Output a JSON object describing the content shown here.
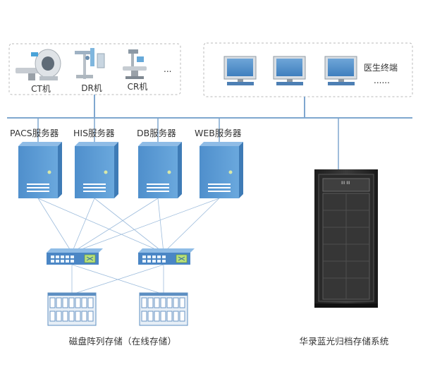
{
  "modalities": {
    "ct_label": "CT机",
    "dr_label": "DR机",
    "cr_label": "CR机",
    "more": "..."
  },
  "terminals": {
    "label": "医生终端",
    "more": "......"
  },
  "servers": {
    "pacs": "PACS服务器",
    "his": "HIS服务器",
    "db": "DB服务器",
    "web": "WEB服务器"
  },
  "storage": {
    "disk_array_label": "磁盘阵列存储（在线存储）",
    "optical_label": "华录蓝光归档存储系统",
    "rack_panel_text": "III III"
  },
  "colors": {
    "network_line": "#7fa7cf",
    "dashed_border": "#b9b9b9",
    "server_blue": "#5b9bd5",
    "server_top": "#8fbce6",
    "switch_blue": "#4a86c5",
    "rack_dark": "#2b2b2b"
  }
}
